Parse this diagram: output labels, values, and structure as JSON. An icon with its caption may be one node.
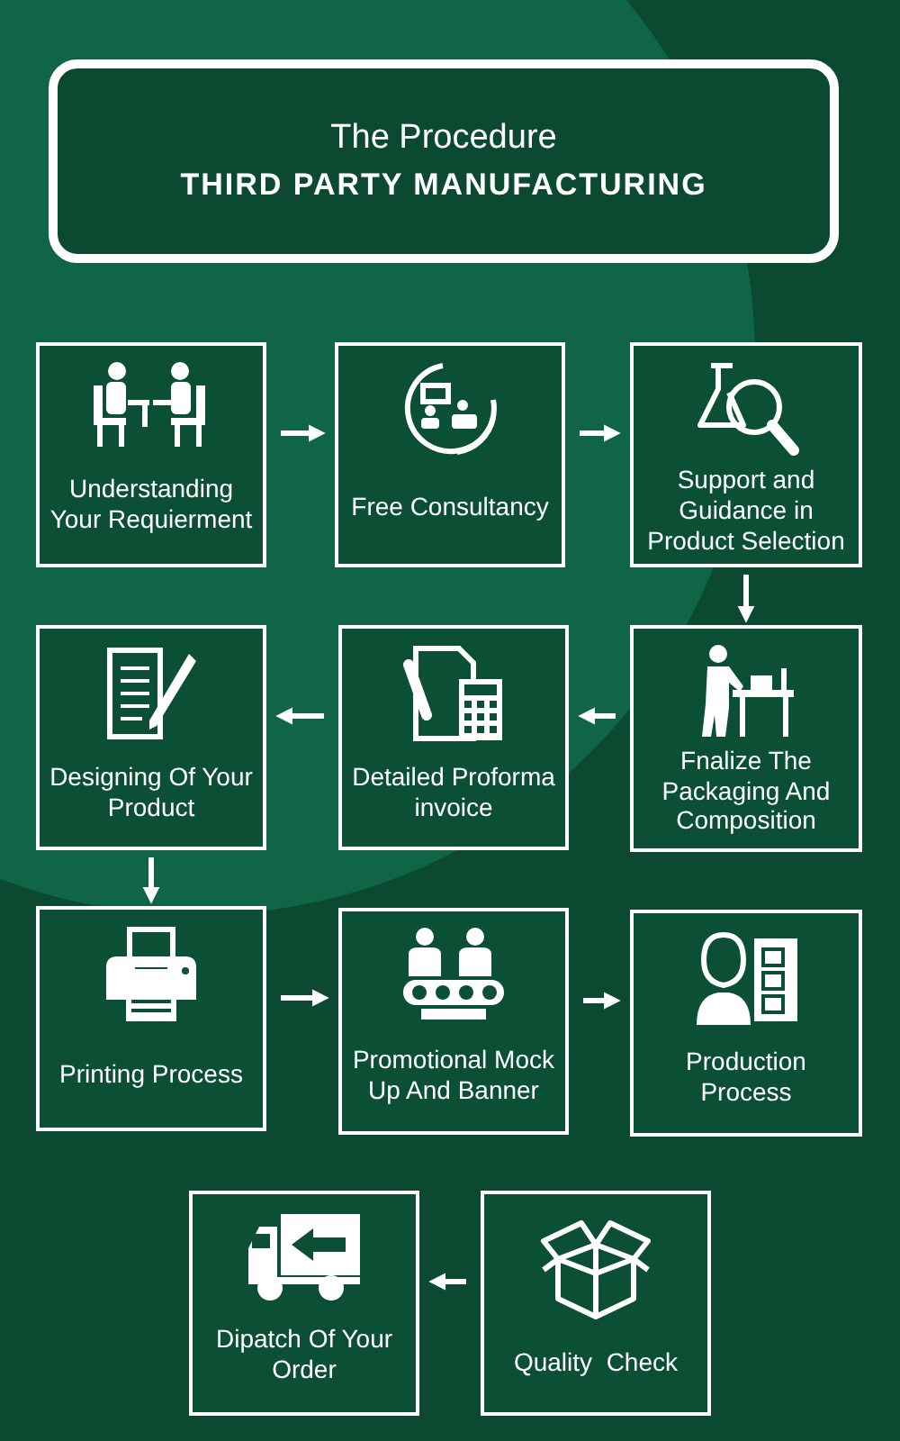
{
  "diagram": {
    "nodes": [
      {
        "text": [
          "The Procedure",
          "THIRD PARTY MANUFACTURING"
        ]
      },
      {
        "text": [
          "Understanding Your Requierment"
        ]
      },
      {
        "text": [
          "Free Consultancy"
        ]
      },
      {
        "text": [
          "Support and Guidance in Product Selection"
        ]
      },
      {
        "text": [
          "Fnalize The Packaging And Composition"
        ]
      },
      {
        "text": [
          "Detailed Proforma invoice"
        ]
      },
      {
        "text": [
          "Designing Of Your Product"
        ]
      },
      {
        "text": [
          "Printing Process"
        ]
      },
      {
        "text": [
          "Promotional Mock Up And Banner"
        ]
      },
      {
        "text": [
          "Production Process"
        ]
      },
      {
        "text": [
          "Quality  Check"
        ]
      },
      {
        "text": [
          "Dipatch Of Your Order"
        ]
      }
    ],
    "edges": [
      {
        "from": 1,
        "to": 2,
        "arrow": "to"
      },
      {
        "from": 2,
        "to": 3,
        "arrow": "to"
      },
      {
        "from": 3,
        "to": 4,
        "arrow": "to"
      },
      {
        "from": 4,
        "to": 5,
        "arrow": "to"
      },
      {
        "from": 5,
        "to": 6,
        "arrow": "to"
      },
      {
        "from": 6,
        "to": 7,
        "arrow": "to"
      },
      {
        "from": 7,
        "to": 8,
        "arrow": "to"
      },
      {
        "from": 8,
        "to": 9,
        "arrow": "to"
      },
      {
        "from": 10,
        "to": 11,
        "arrow": "to"
      }
    ]
  }
}
